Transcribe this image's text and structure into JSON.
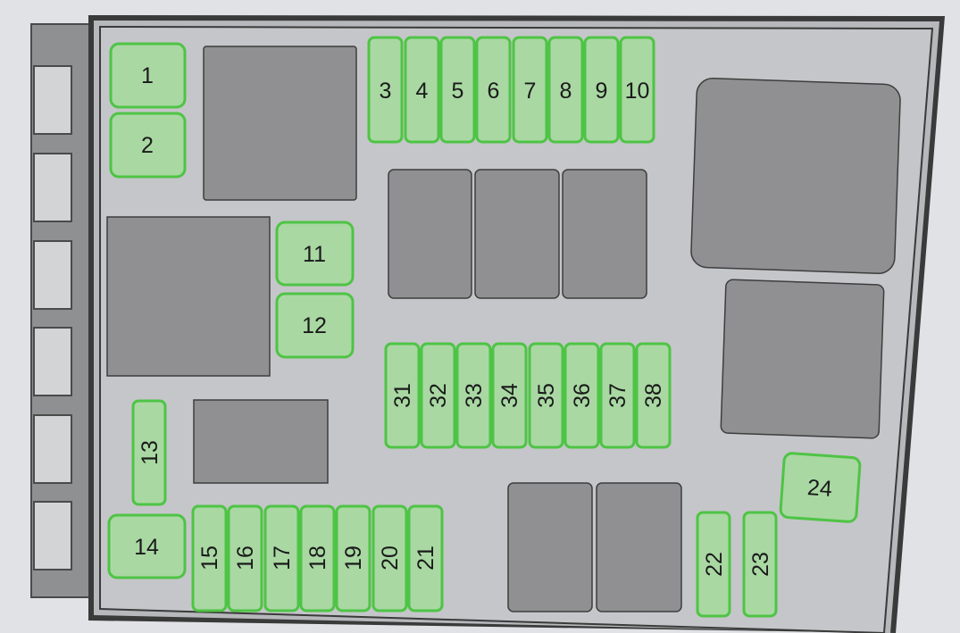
{
  "colors": {
    "background": "#e1e2e6",
    "housing_outline": "#3a3a3a",
    "housing_fill": "#c5c6c9",
    "connector_fill": "#8f9092",
    "connector_slot": "#d3d4d6",
    "relay_fill": "#909092",
    "relay_border": "#3d3d3d",
    "fuse_fill": "#a9d8a3",
    "fuse_border": "#4ec445",
    "label": "#1a1a1a"
  },
  "fuses": {
    "f1": "1",
    "f2": "2",
    "f3": "3",
    "f4": "4",
    "f5": "5",
    "f6": "6",
    "f7": "7",
    "f8": "8",
    "f9": "9",
    "f10": "10",
    "f11": "11",
    "f12": "12",
    "f13": "13",
    "f14": "14",
    "f15": "15",
    "f16": "16",
    "f17": "17",
    "f18": "18",
    "f19": "19",
    "f20": "20",
    "f21": "21",
    "f22": "22",
    "f23": "23",
    "f24": "24",
    "f31": "31",
    "f32": "32",
    "f33": "33",
    "f34": "34",
    "f35": "35",
    "f36": "36",
    "f37": "37",
    "f38": "38"
  }
}
